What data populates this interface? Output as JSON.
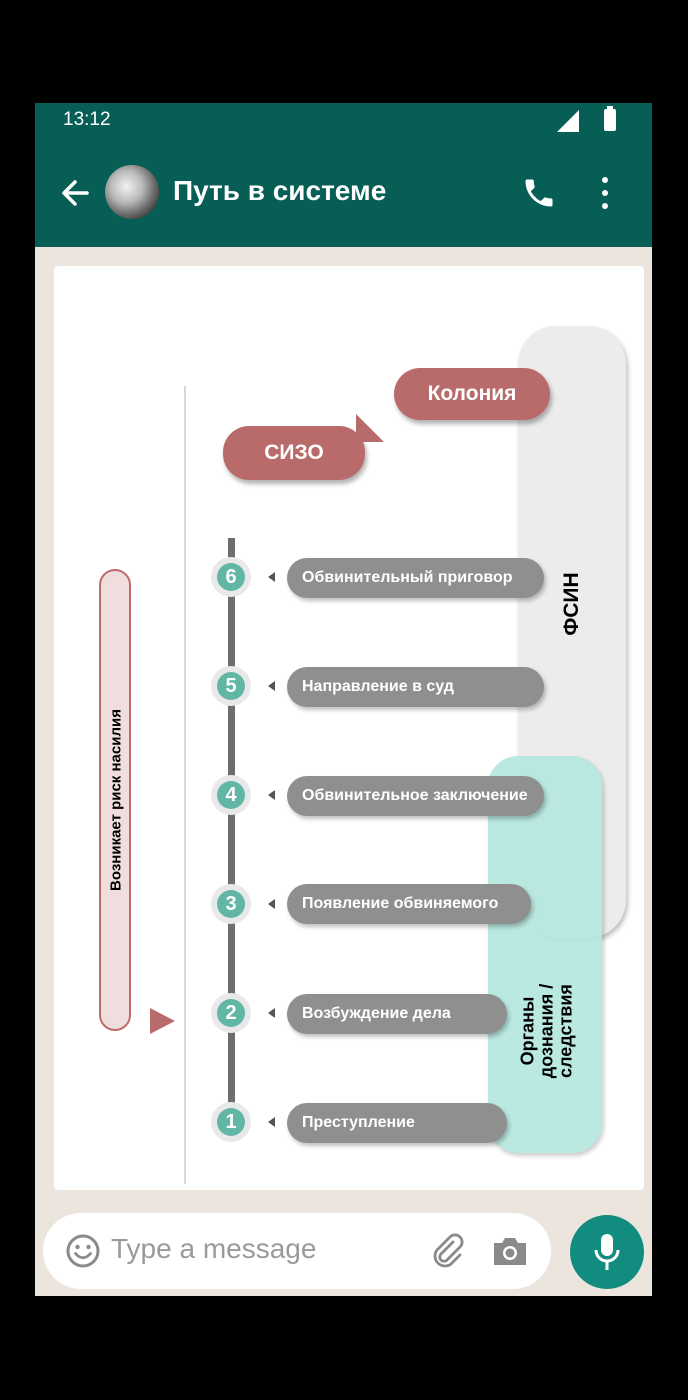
{
  "status": {
    "time": "13:12"
  },
  "header": {
    "title": "Путь в системе"
  },
  "diagram": {
    "siz": "СИЗО",
    "kolonia": "Колония",
    "fsin": "ФСИН",
    "organy": "Органы дознания / следствия",
    "risk": "Возникает риск насилия",
    "steps": [
      {
        "num": "6",
        "label": "Обвинительный приговор"
      },
      {
        "num": "5",
        "label": "Направление в суд"
      },
      {
        "num": "4",
        "label": "Обвинительное заключение"
      },
      {
        "num": "3",
        "label": "Появление обвиняемого"
      },
      {
        "num": "2",
        "label": "Возбуждение дела"
      },
      {
        "num": "1",
        "label": "Преступление"
      }
    ]
  },
  "input": {
    "placeholder": "Type a message"
  },
  "colors": {
    "appbar": "#075e54",
    "accent": "#128c7e",
    "red_pill": "#b96b6b",
    "step_pill": "#8f8f8f",
    "node": "#62b6a6",
    "mint": "#b5e8df"
  }
}
